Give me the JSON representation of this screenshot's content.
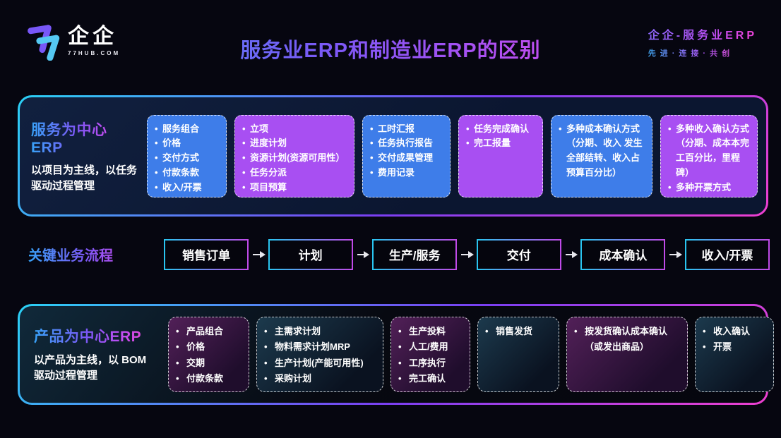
{
  "header": {
    "logo_name": "企企",
    "logo_sub": "77HUB.COM",
    "title": "服务业ERP和制造业ERP的区别",
    "brand_line1": "企企-服务业ERP",
    "brand_line2": "先进·连接·共创"
  },
  "service_section": {
    "label": "服务为中心ERP",
    "description": "以项目为主线，以任务驱动过程管理",
    "cards": [
      {
        "color": "blue",
        "items": [
          "服务组合",
          "价格",
          "交付方式",
          "付款条款",
          "收入/开票"
        ]
      },
      {
        "color": "purple",
        "items": [
          "立项",
          "进度计划",
          "资源计划(资源可用性）",
          "任务分派",
          "项目预算"
        ]
      },
      {
        "color": "blue",
        "items": [
          "工时汇报",
          "任务执行报告",
          "交付成果管理",
          "费用记录"
        ]
      },
      {
        "color": "purple",
        "items": [
          "任务完成确认",
          "完工报量"
        ]
      },
      {
        "color": "blue",
        "items": [
          "多种成本确认方式（分期、收入 发生全部结转、收入占预算百分比）"
        ]
      },
      {
        "color": "purple",
        "items": [
          "多种收入确认方式（分期、成本本完工百分比，里程碑）",
          "多种开票方式"
        ]
      }
    ]
  },
  "process_flow": {
    "label": "关键业务流程",
    "steps": [
      "销售订单",
      "计划",
      "生产/服务",
      "交付",
      "成本确认",
      "收入/开票"
    ]
  },
  "product_section": {
    "label": "产品为中心ERP",
    "description": "以产品为主线，以 BOM 驱动过程管理",
    "cards": [
      {
        "color": "dark-purple",
        "items": [
          "产品组合",
          "价格",
          "交期",
          "付款条款"
        ]
      },
      {
        "color": "dark-teal",
        "items": [
          "主需求计划",
          "物料需求计划MRP",
          "生产计划(产能可用性)",
          "采购计划"
        ]
      },
      {
        "color": "dark-purple",
        "items": [
          "生产投料",
          "人工/费用",
          "工序执行",
          "完工确认"
        ]
      },
      {
        "color": "dark-teal",
        "items": [
          "销售发货"
        ]
      },
      {
        "color": "dark-purple",
        "items": [
          "按发货确认成本确认（或发出商品）"
        ]
      },
      {
        "color": "dark-teal",
        "items": [
          "收入确认",
          "开票"
        ]
      }
    ]
  },
  "colors": {
    "background": "#060610",
    "card_blue": "#3e7de9",
    "card_purple": "#a84ff2",
    "card_dark_purple": "#522058",
    "card_dark_teal": "#1c3a4d",
    "panel_border_gradient": [
      "#2ad1f5",
      "#7a3ff2",
      "#ee3fd0"
    ],
    "title_gradient": [
      "#38a2f8",
      "#7b58f6",
      "#c44df0",
      "#f544c8"
    ],
    "logo_purple": "#7857f7",
    "logo_cyan": "#55c8f2"
  }
}
